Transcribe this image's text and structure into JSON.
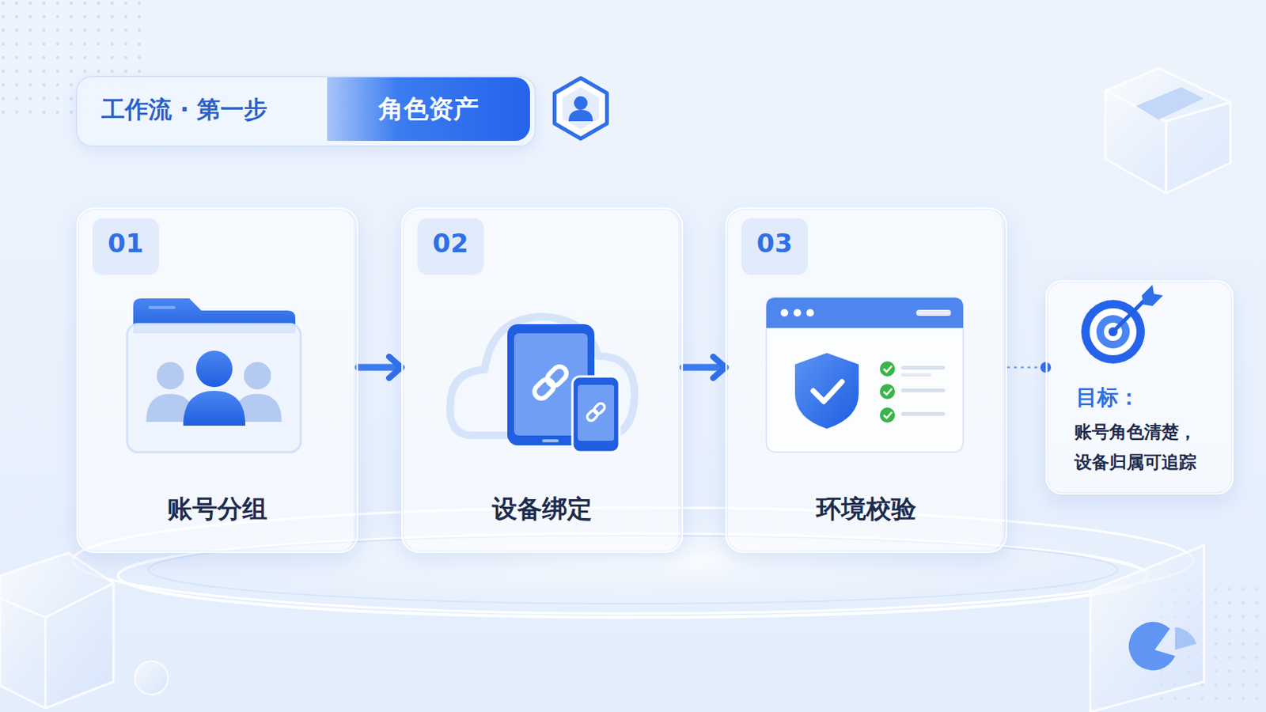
{
  "diagram": {
    "nodes": [
      {
        "text": [
          "工作流 · 第一步",
          "角色资产"
        ]
      },
      {
        "text": [
          "账号分组"
        ]
      },
      {
        "text": [
          "01"
        ],
        "in": 1
      },
      {
        "text": [
          "设备绑定"
        ]
      },
      {
        "text": [
          "02"
        ],
        "in": 3
      },
      {
        "text": [
          "环境校验"
        ]
      },
      {
        "text": [
          "03"
        ],
        "in": 5
      },
      {
        "text": [
          "目标：",
          "账号角色清楚， 设备归属可追踪"
        ]
      }
    ],
    "edges": [
      {
        "from": 1,
        "to": 3,
        "arrow": "to"
      },
      {
        "from": 3,
        "to": 5,
        "arrow": "to"
      },
      {
        "from": 5,
        "to": 7,
        "arrow": "none"
      }
    ]
  }
}
